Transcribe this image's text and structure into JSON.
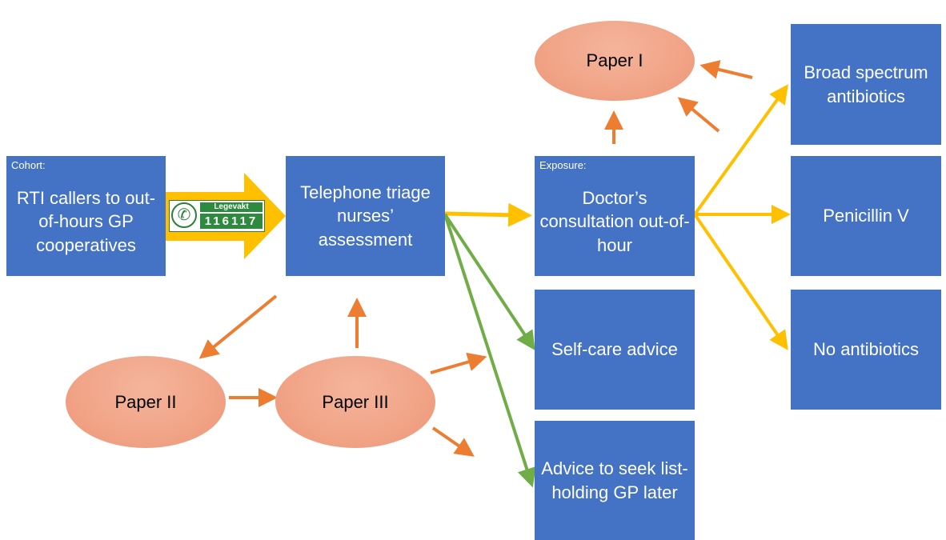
{
  "cohort": {
    "tag": "Cohort:",
    "text": "RTI callers to out-of-hours GP cooperatives"
  },
  "triage": {
    "text": "Telephone triage nurses’ assessment"
  },
  "doctor": {
    "tag": "Exposure:",
    "text": "Doctor’s consultation out-of-hour"
  },
  "self_care": {
    "text": "Self-care advice"
  },
  "seek_gp": {
    "text": "Advice to seek list-holding GP later"
  },
  "broad": {
    "text": "Broad spectrum antibiotics"
  },
  "penicillin": {
    "text": "Penicillin V"
  },
  "no_antibiotics": {
    "text": "No antibiotics"
  },
  "papers": {
    "p1": "Paper I",
    "p2": "Paper II",
    "p3": "Paper III"
  },
  "logo": {
    "word": "Legevakt",
    "number": "116117"
  },
  "colors": {
    "box": "#4472c4",
    "paper": "#f4b183",
    "orange_arrow": "#ed7d31",
    "yellow_arrow": "#ffc000",
    "green_arrow": "#70ad47"
  },
  "icons": [
    "phone-icon"
  ]
}
